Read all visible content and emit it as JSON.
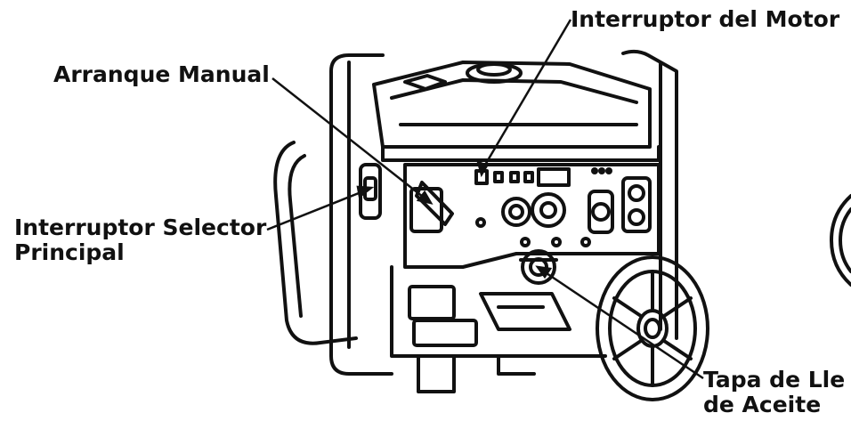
{
  "labels": {
    "engine_switch": "Interruptor del Motor",
    "manual_start": "Arranque Manual",
    "main_selector_line1": "Interruptor Selector",
    "main_selector_line2": "Principal",
    "oil_cap_line1": "Tapa de Lle",
    "oil_cap_line2": "de Aceite"
  },
  "colors": {
    "line": "#111111",
    "background": "#ffffff"
  },
  "icons": [
    "generator-illustration",
    "wheel-icon"
  ]
}
